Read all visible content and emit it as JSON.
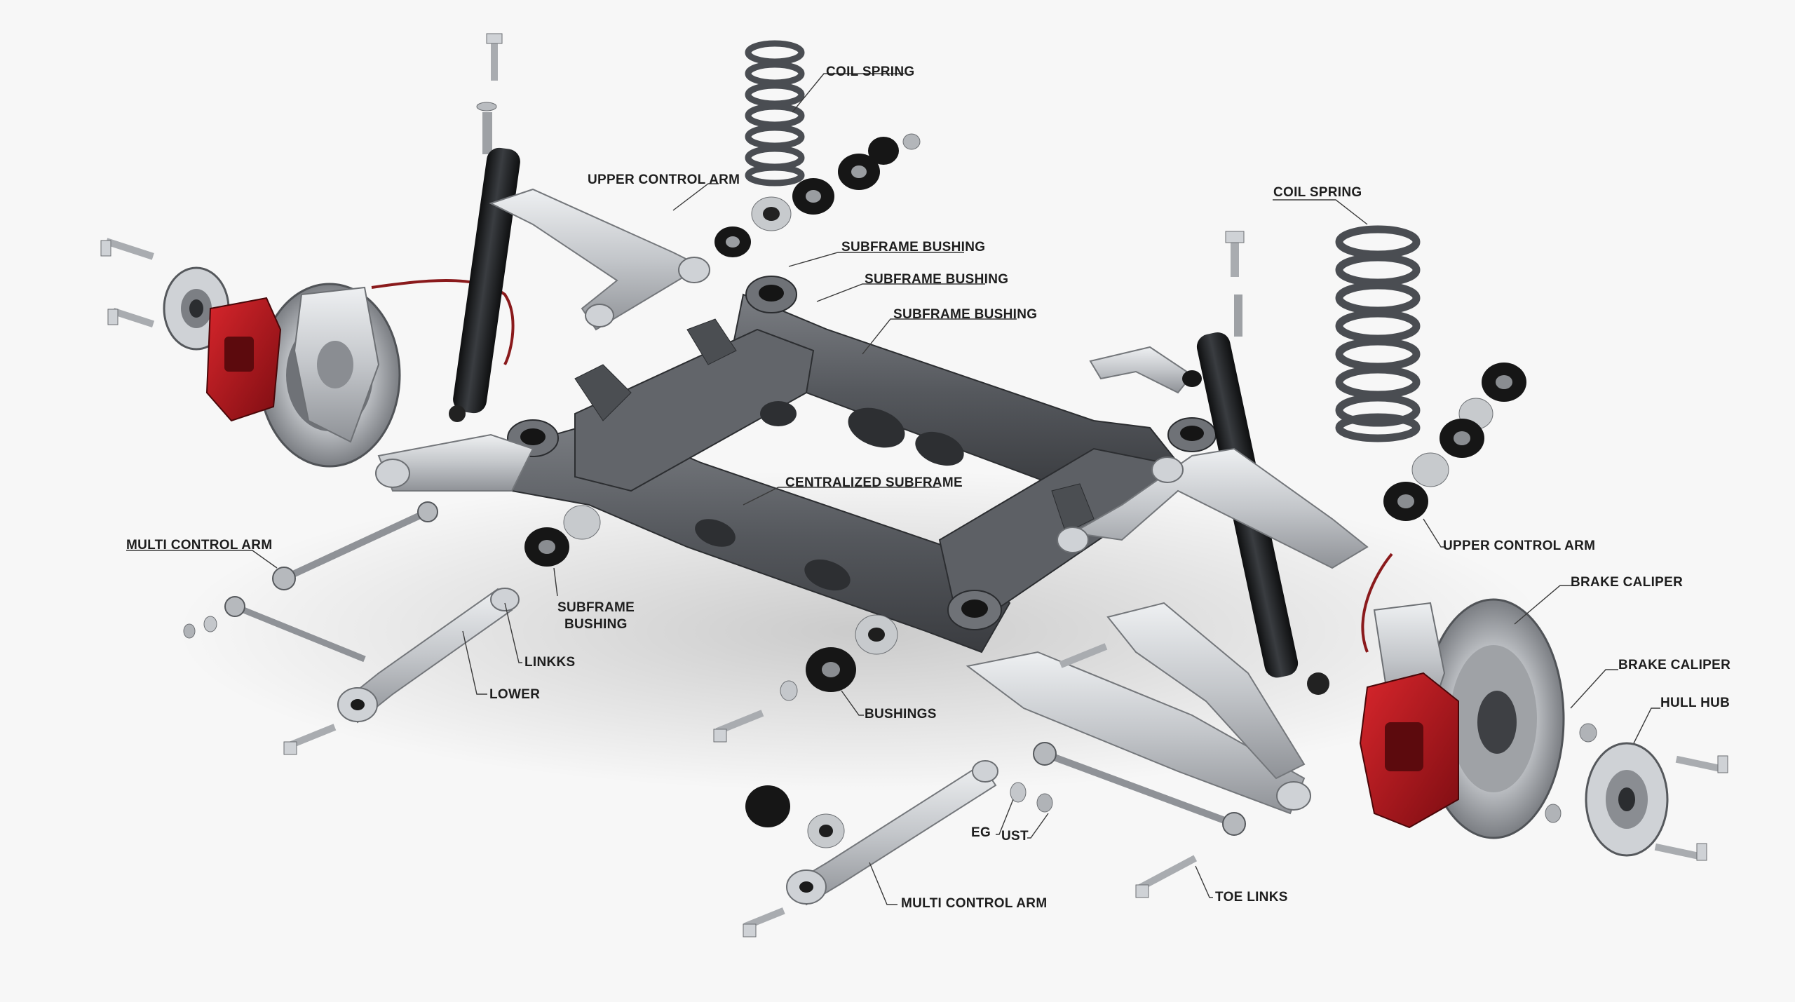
{
  "labels": {
    "coil_spring_left": "COIL SPRING",
    "upper_control_arm_left": "UPPER CONTROL ARM",
    "subframe_bushing_1": "SUBFRAME BUSHING",
    "subframe_bushing_2": "SUBFRAME BUSHING",
    "subframe_bushing_3": "SUBFRAME BUSHING",
    "coil_spring_right": "COIL SPRING",
    "centralized_subframe": "CENTRALIZED SUBFRAME",
    "multi_control_arm_left": "MULTI CONTROL ARM",
    "subframe_bushing_lower_line1": "SUBFRAME",
    "subframe_bushing_lower_line2": "BUSHING",
    "linkks": "LINKKS",
    "lower": "LOWER",
    "bushings": "BUSHINGS",
    "upper_control_arm_right": "UPPER CONTROL ARM",
    "brake_caliper_1": "BRAKE CALIPER",
    "brake_caliper_2": "BRAKE CALIPER",
    "hull_hub": "HULL HUB",
    "eg": "EG",
    "ust": "UST",
    "multi_control_arm_bottom": "MULTI CONTROL ARM",
    "toe_links": "TOE LINKS"
  },
  "colors": {
    "background": "#f7f7f7",
    "subframe": "#5a5d62",
    "aluminum": "#c9ccd0",
    "caliper": "#b0161c",
    "shock": "#1d1f22",
    "rubber": "#161616",
    "spring": "#4a4d52",
    "rotor": "#a7aaae"
  }
}
